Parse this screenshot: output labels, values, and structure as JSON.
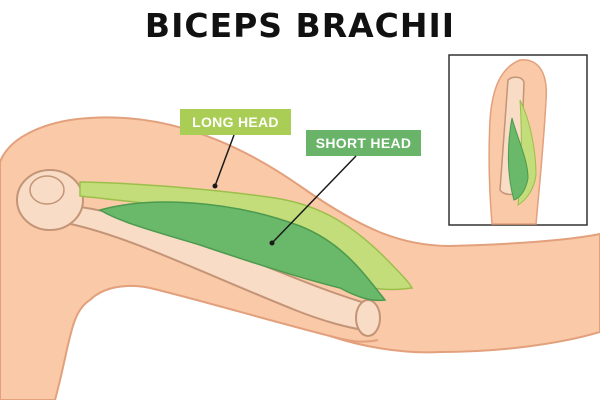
{
  "title": "BICEPS BRACHII",
  "labels": {
    "long_head": "LONG HEAD",
    "short_head": "SHORT HEAD"
  },
  "colors": {
    "skin": "#f9c9a8",
    "skin_outline": "#e3a07c",
    "bone": "#f8dcc6",
    "bone_outline": "#c49477",
    "long_head": "#c2dd7a",
    "long_head_label": "#a9cd55",
    "short_head": "#6ab86a",
    "short_head_label": "#6ab469",
    "inset_border": "#333333"
  }
}
